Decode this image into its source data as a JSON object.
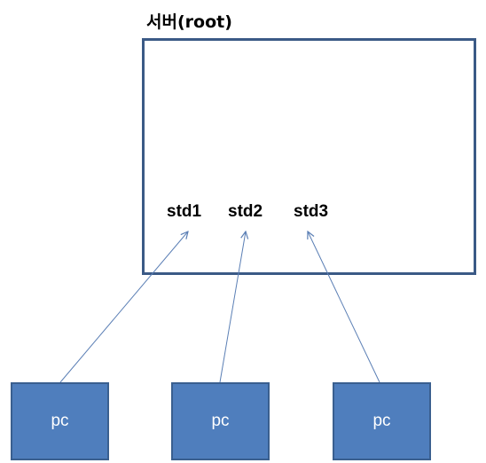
{
  "server": {
    "title": "서버(root)"
  },
  "users": [
    {
      "label": "std1"
    },
    {
      "label": "std2"
    },
    {
      "label": "std3"
    }
  ],
  "clients": [
    {
      "label": "pc"
    },
    {
      "label": "pc"
    },
    {
      "label": "pc"
    }
  ],
  "colors": {
    "server_border": "#3b5a86",
    "pc_fill": "#4f7ebd",
    "pc_border": "#3a5f8f",
    "arrow": "#5b7fb5"
  },
  "connections": [
    {
      "from": "pc-1",
      "to": "std1"
    },
    {
      "from": "pc-2",
      "to": "std2"
    },
    {
      "from": "pc-3",
      "to": "std3"
    }
  ]
}
